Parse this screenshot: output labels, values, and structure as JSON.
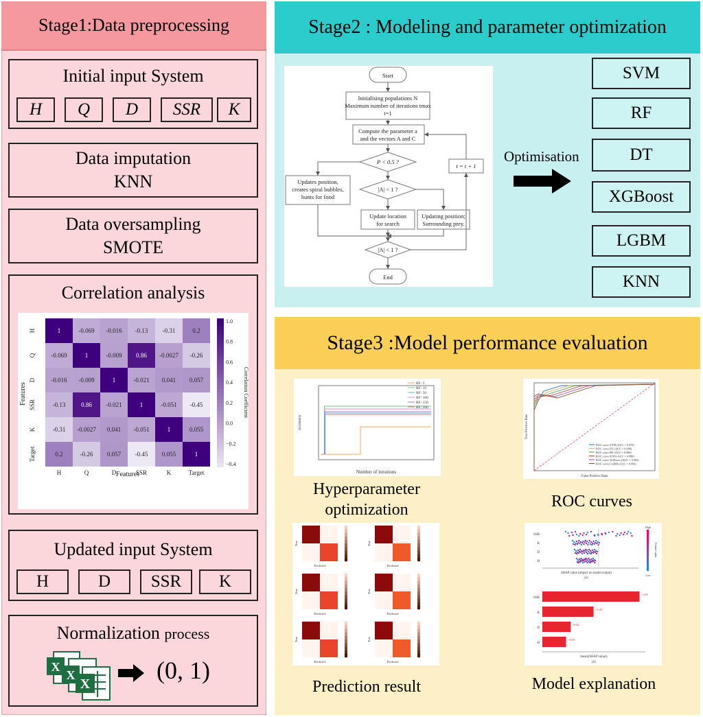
{
  "stage1": {
    "title": "Stage1:Data preprocessing",
    "initial_title": "Initial input System",
    "initial_vars": [
      "H",
      "Q",
      "D",
      "SSR",
      "K"
    ],
    "imputation_l1": "Data imputation",
    "imputation_l2": "KNN",
    "oversampling_l1": "Data oversampling",
    "oversampling_l2": "SMOTE",
    "correlation_title": "Correlation analysis",
    "updated_title": "Updated input System",
    "updated_vars": [
      "H",
      "D",
      "SSR",
      "K"
    ],
    "normalization_main": "Normalization ",
    "normalization_small": "process",
    "normalization_range": "(0, 1)"
  },
  "heatmap": {
    "labels": [
      "H",
      "Q",
      "D",
      "SSR",
      "K",
      "Target"
    ],
    "matrix": [
      [
        1,
        -0.069,
        -0.016,
        -0.13,
        -0.31,
        0.2
      ],
      [
        -0.069,
        1,
        -0.009,
        0.86,
        -0.0027,
        -0.26
      ],
      [
        -0.016,
        -0.009,
        1,
        -0.021,
        0.041,
        0.057
      ],
      [
        -0.13,
        0.86,
        -0.021,
        1,
        -0.051,
        -0.45
      ],
      [
        -0.31,
        -0.0027,
        0.041,
        -0.051,
        1,
        0.055
      ],
      [
        0.2,
        -0.26,
        0.057,
        -0.45,
        0.055,
        1
      ]
    ],
    "xlabel": "Features",
    "ylabel": "Features",
    "cbar_label": "Correlation Coefficient",
    "cbar_ticks": [
      "1.0",
      "0.8",
      "0.6",
      "0.4",
      "0.2",
      "0.0",
      "−0.2",
      "−0.4"
    ]
  },
  "stage2": {
    "title": "Stage2 : Modeling and parameter optimization",
    "flow": {
      "start": "Start",
      "init_l1": "Initialising populations N",
      "init_l2": "Maximum number of iterations tmax",
      "init_l3": "t=1",
      "compute_l1": "Compute the parameter a",
      "compute_l2": "and the vectors A and C",
      "p_cond": "P < 0.5 ?",
      "a_cond": "|A| < 1 ?",
      "spiral_l1": "Updates position,",
      "spiral_l2": "creates spiral bubbles,",
      "spiral_l3": "hunts for food",
      "search_l1": "Update location",
      "search_l2": "for search",
      "surround_l1": "Updating position;",
      "surround_l2": "Surrounding prey.",
      "a_cond2": "|A| < 1 ?",
      "t_update": "t = t + 1",
      "end": "End"
    },
    "arrow_label": "Optimisation",
    "models": [
      "SVM",
      "RF",
      "DT",
      "XGBoost",
      "LGBM",
      "KNN"
    ]
  },
  "stage3": {
    "title_pre": "Stage3 : ",
    "title_main": "Model performance evaluation",
    "hyper_l1": "Hyperparameter",
    "hyper_l2": "optimization",
    "roc_label": "ROC curves",
    "pred_label": "Prediction result",
    "explain_label": "Model explanation",
    "hyper_legend": [
      "RF: 5",
      "RF: 10",
      "RF: 50",
      "RF: 100",
      "RF: 150",
      "RF: 200"
    ],
    "hyper_xlabel": "Number of iterations",
    "hyper_ylabel": "Accuracy",
    "roc_legend": [
      "ROC curve SVM (AUC = 0.979)",
      "ROC curve DT (AUC = 0.988)",
      "ROC curve RF (AUC = 0.988)",
      "ROC curve KNN (AUC = 0.988)",
      "ROC curve XGBoost (AUC = 0.993)",
      "ROC curve LGBM (AUC = 0.993)"
    ],
    "roc_xlabel": "False Positive Rate",
    "roc_ylabel": "True Positive Rate",
    "shap_features": [
      "SSR",
      "K",
      "D",
      "H"
    ],
    "shap_xlabel_a": "SHAP value (impact on model output)",
    "shap_caption_a": "(a)",
    "shap_bar_values": [
      2.83,
      1.49,
      0.82,
      0.69
    ],
    "shap_bar_labels": [
      "+2.83",
      "+1.49",
      "+0.82",
      "+0.69"
    ],
    "shap_xlabel_b": "mean(|SHAP value|)",
    "shap_caption_b": "(b)",
    "shap_high": "High",
    "shap_low": "Low",
    "shap_feature_value": "Feature value",
    "cm_caption": "Predicted",
    "cm_ylabel": "True"
  }
}
